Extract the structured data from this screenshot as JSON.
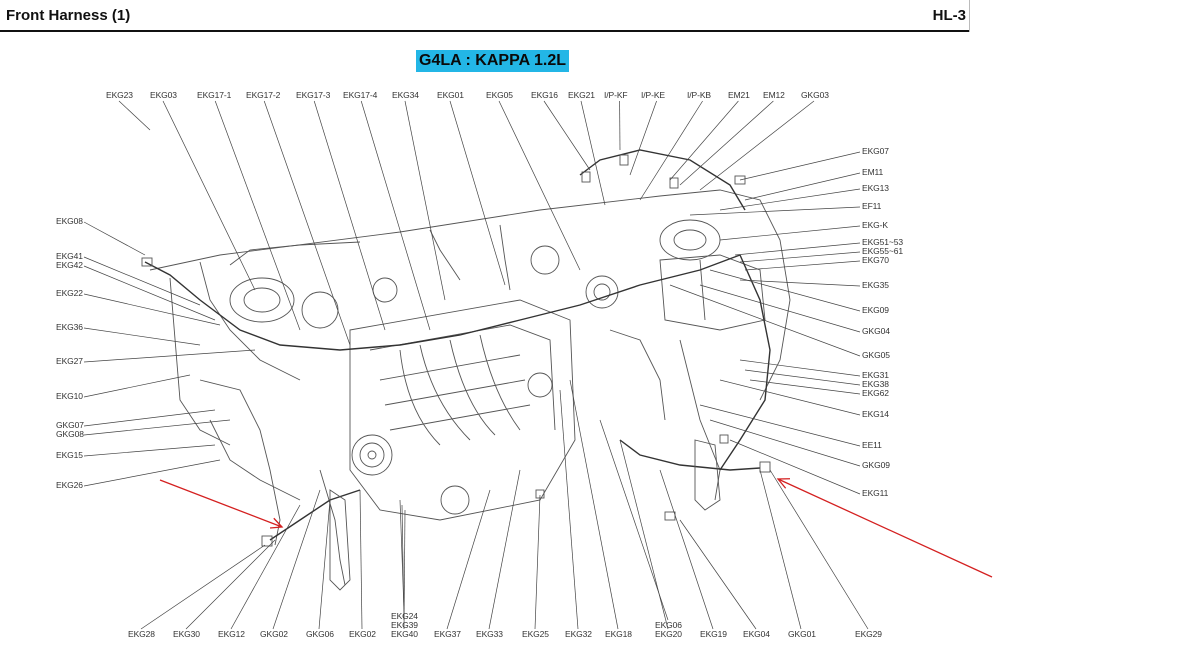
{
  "header": {
    "title": "Front Harness (1)",
    "code": "HL-3"
  },
  "engine_title": "G4LA : KAPPA 1.2L",
  "colors": {
    "title_bg": "#23b6e6",
    "arrow": "#d42020",
    "line": "#4a4a4a"
  },
  "labels": {
    "top": [
      "EKG23",
      "EKG03",
      "EKG17-1",
      "EKG17-2",
      "EKG17-3",
      "EKG17-4",
      "EKG34",
      "EKG01",
      "EKG05",
      "EKG16",
      "EKG21",
      "I/P-KF",
      "I/P-KE",
      "I/P-KB",
      "EM21",
      "EM12",
      "GKG03"
    ],
    "left": [
      "EKG08",
      "EKG41",
      "EKG42",
      "EKG22",
      "EKG36",
      "EKG27",
      "EKG10",
      "GKG07",
      "GKG08",
      "EKG15",
      "EKG26"
    ],
    "right": [
      "EKG07",
      "EM11",
      "EKG13",
      "EF11",
      "EKG-K",
      "EKG51~53",
      "EKG55~61",
      "EKG70",
      "EKG35",
      "EKG09",
      "GKG04",
      "GKG05",
      "EKG31",
      "EKG38",
      "EKG62",
      "EKG14",
      "EE11",
      "GKG09",
      "EKG11"
    ],
    "bottom": [
      "EKG28",
      "EKG30",
      "EKG12",
      "GKG02",
      "GKG06",
      "EKG02",
      "EKG24",
      "EKG39",
      "EKG40",
      "EKG37",
      "EKG33",
      "EKG25",
      "EKG32",
      "EKG18",
      "EKG06",
      "EKG20",
      "EKG19",
      "EKG04",
      "GKG01",
      "EKG29"
    ]
  }
}
